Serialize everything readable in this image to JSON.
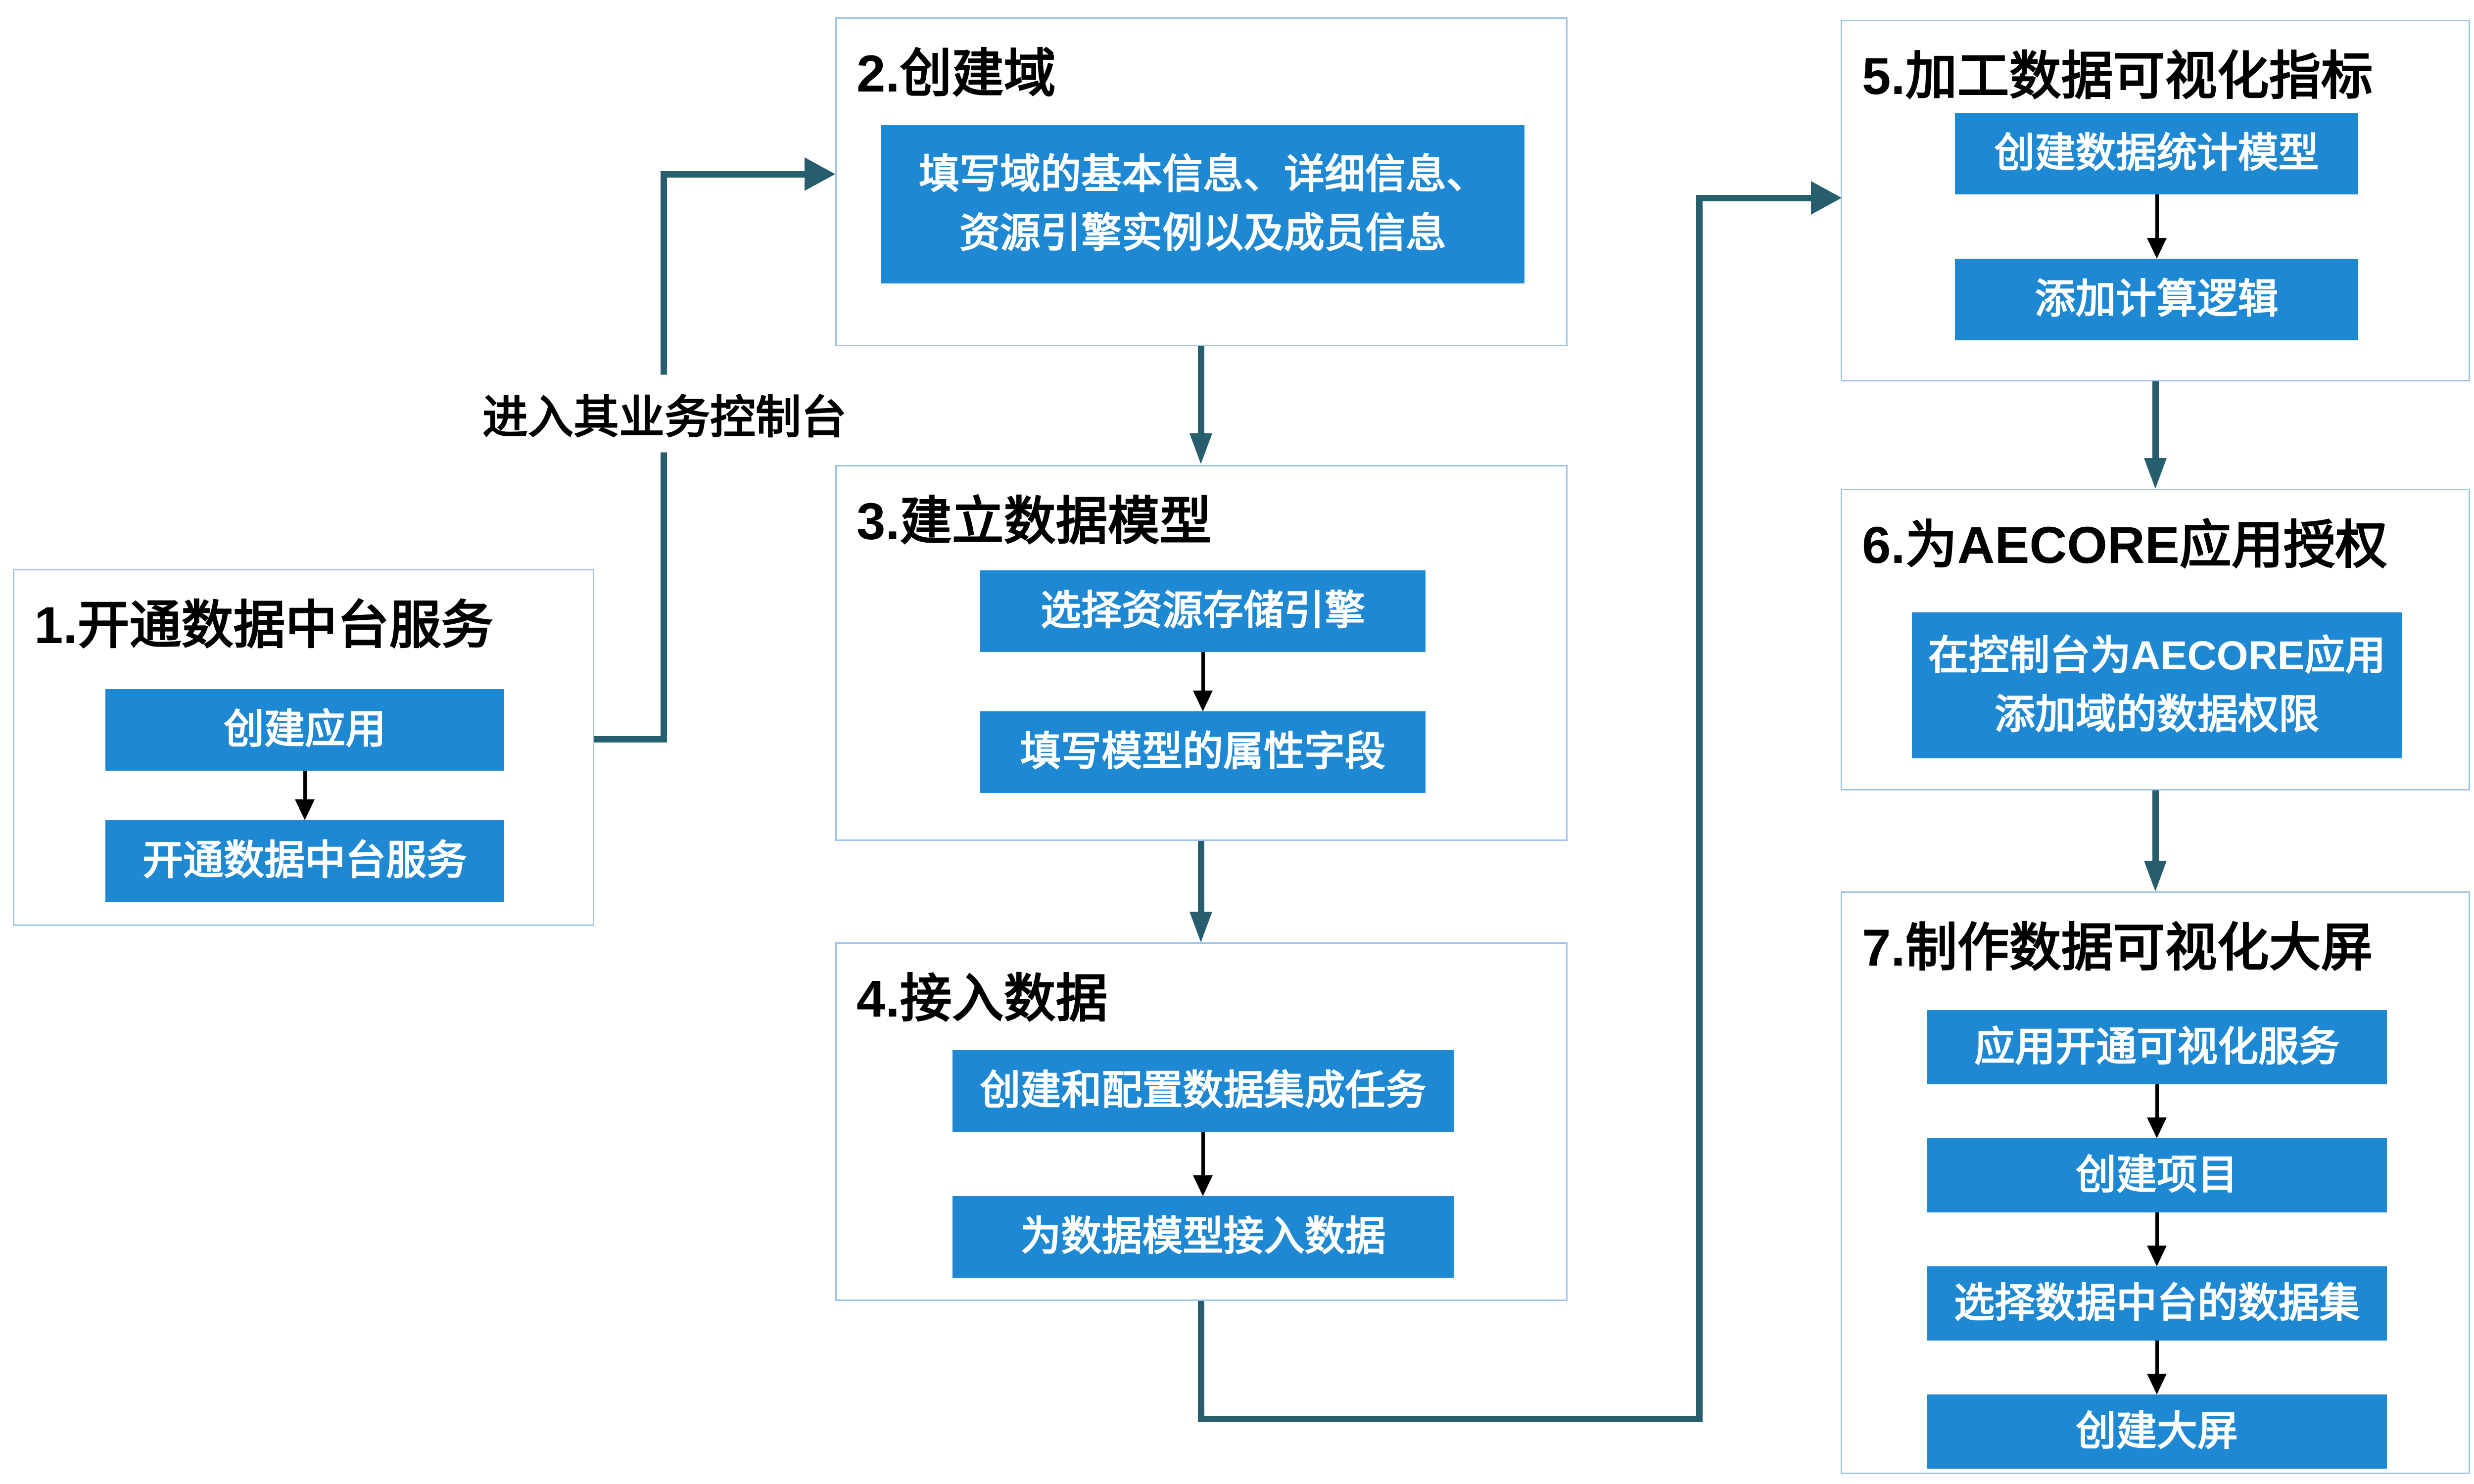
{
  "colors": {
    "step_box_blue": "#1F88D2",
    "container_border_blue": "#9DC3E6",
    "connector_teal": "#265E6E",
    "inner_arrow_black": "#000000",
    "step_text_white": "#FFFFFF",
    "title_text_black": "#000000"
  },
  "connector_label": "进入其业务控制台",
  "groups": [
    {
      "title": "1.开通数据中台服务",
      "steps": [
        "创建应用",
        "开通数据中台服务"
      ]
    },
    {
      "title": "2.创建域",
      "steps": [
        "填写域的基本信息、详细信息、\n资源引擎实例以及成员信息"
      ]
    },
    {
      "title": "3.建立数据模型",
      "steps": [
        "选择资源存储引擎",
        "填写模型的属性字段"
      ]
    },
    {
      "title": "4.接入数据",
      "steps": [
        "创建和配置数据集成任务",
        "为数据模型接入数据"
      ]
    },
    {
      "title": "5.加工数据可视化指标",
      "steps": [
        "创建数据统计模型",
        "添加计算逻辑"
      ]
    },
    {
      "title": "6.为AECORE应用授权",
      "steps": [
        "在控制台为AECORE应用\n添加域的数据权限"
      ]
    },
    {
      "title": "7.制作数据可视化大屏",
      "steps": [
        "应用开通可视化服务",
        "创建项目",
        "选择数据中台的数据集",
        "创建大屏"
      ]
    }
  ]
}
